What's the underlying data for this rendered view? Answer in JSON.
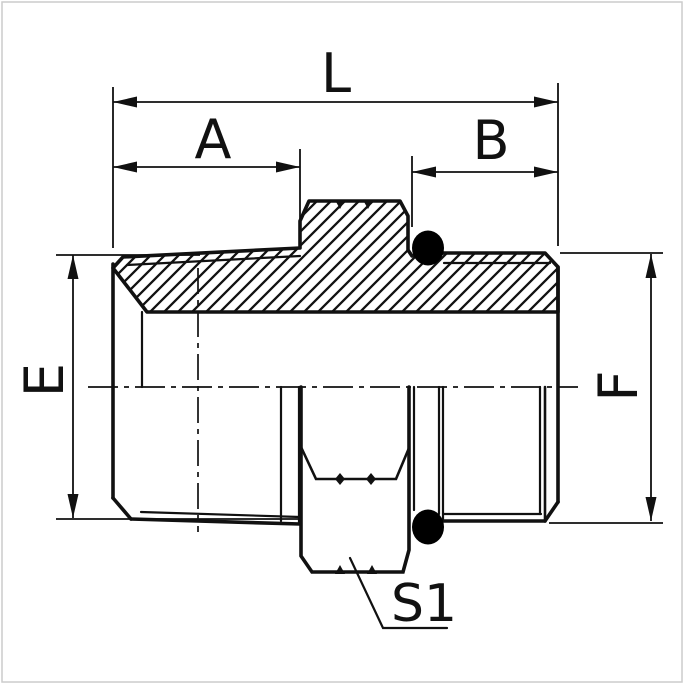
{
  "drawing": {
    "title": "male adapter fitting half-section drawing",
    "dimension_labels": {
      "L": "L",
      "A": "A",
      "B": "B",
      "E": "E",
      "F": "F",
      "S1": "S1"
    },
    "colors": {
      "line": "#111111",
      "background": "#ffffff",
      "o_ring_fill": "#000000",
      "frame_border": "#cccccc"
    }
  }
}
